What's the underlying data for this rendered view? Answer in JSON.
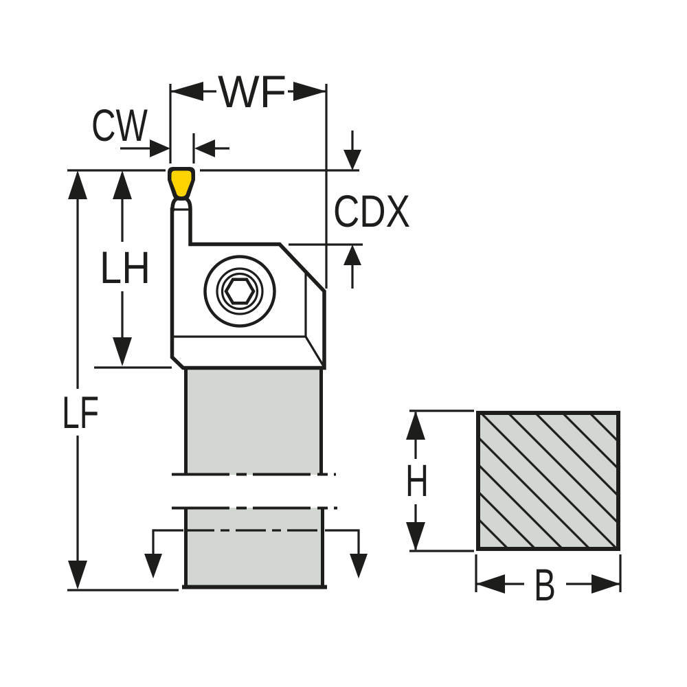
{
  "diagram": {
    "kind": "technical-dimension-drawing",
    "views": {
      "side_view": "tool holder with insert, clamp screw and broken shank",
      "cross_section": "hatched square shank section"
    },
    "labels": {
      "wf": "WF",
      "cw": "CW",
      "cdx": "CDX",
      "lh": "LH",
      "lf": "LF",
      "h": "H",
      "b": "B"
    },
    "colors": {
      "insert": "#FFD400",
      "body": "#D2D7D1",
      "line": "#1D1D1B",
      "background": "#FFFFFF"
    }
  }
}
